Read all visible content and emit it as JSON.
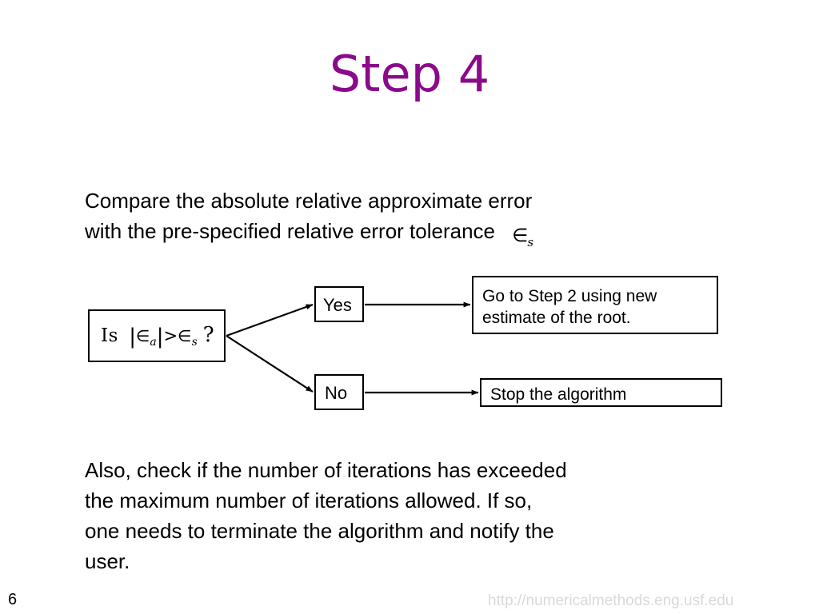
{
  "slide": {
    "title": "Step 4",
    "title_color": "#8B0A8B",
    "background_color": "#ffffff"
  },
  "paragraph_top": {
    "line1": "Compare the absolute relative approximate error",
    "line2": "with the pre-specified relative error tolerance",
    "epsilon": {
      "symbol": "∈",
      "subscript": "s"
    }
  },
  "flowchart": {
    "decision": {
      "label_is": "Is",
      "bar_open": "|",
      "epsilon_a_symbol": "∈",
      "epsilon_a_sub": "a",
      "bar_close": "|",
      "operator": ">",
      "epsilon_s_symbol": "∈",
      "epsilon_s_sub": "s",
      "question_mark": "?",
      "plain_text": "Is |∈a| > ∈s ?"
    },
    "yes_box": "Yes",
    "no_box": "No",
    "goto_box": {
      "line1": "Go to Step 2 using new",
      "line2": "estimate of the root."
    },
    "stop_box": "Stop the algorithm",
    "connectors": [
      {
        "name": "decision-to-yes",
        "from": "decision",
        "to": "yes_box"
      },
      {
        "name": "decision-to-no",
        "from": "decision",
        "to": "no_box"
      },
      {
        "name": "yes-to-goto",
        "from": "yes_box",
        "to": "goto_box"
      },
      {
        "name": "no-to-stop",
        "from": "no_box",
        "to": "stop_box"
      }
    ]
  },
  "paragraph_bottom": {
    "line1": "Also, check if the number of iterations has exceeded",
    "line2": "the maximum number of iterations allowed. If so,",
    "line3": "one needs to terminate the algorithm and notify the",
    "line4": "user."
  },
  "footer": {
    "page_number": "6",
    "url": "http://numericalmethods.eng.usf.edu",
    "url_color": "#d9d9d9"
  }
}
